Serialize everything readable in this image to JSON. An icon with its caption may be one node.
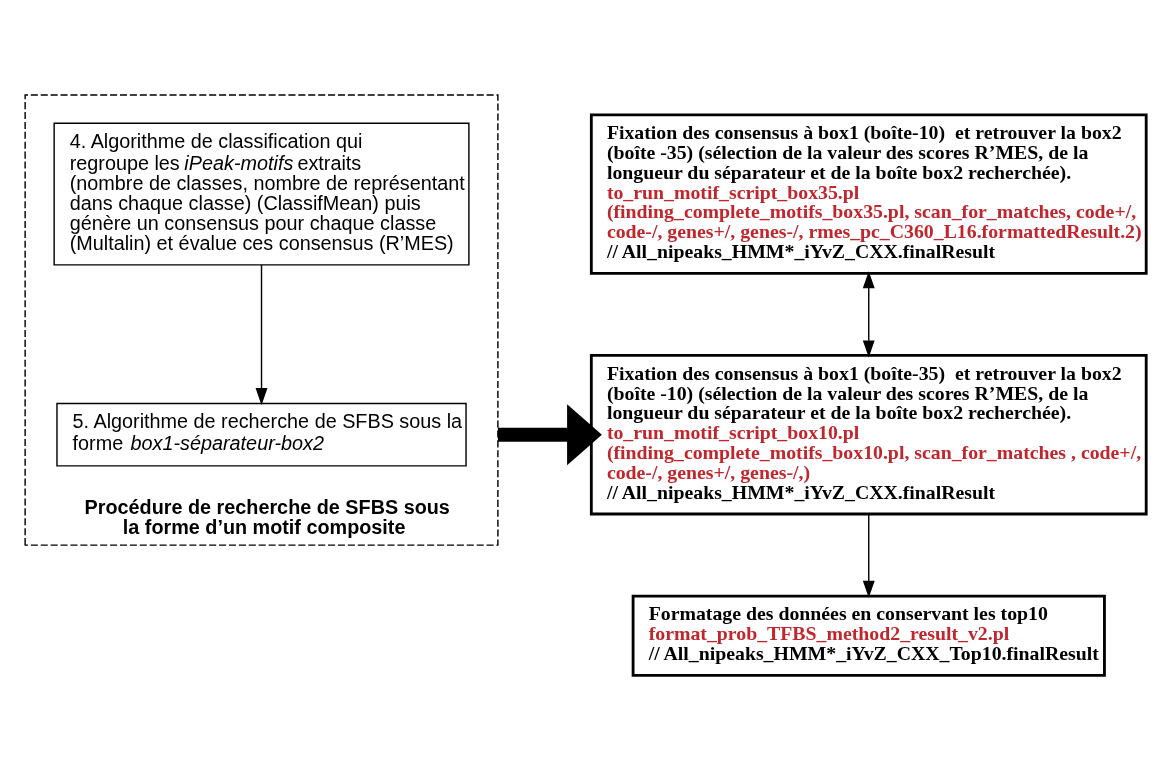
{
  "diagram": {
    "nodes": [
      {
        "text": [
          "Procédure de recherche de SFBS sous la forme d’un motif composite"
        ]
      },
      {
        "text": [
          "4. Algorithme de classification qui regroupe les *iPeak-motifs* extraits (nombre de classes, nombre de représentant dans chaque classe) (ClassifMean) puis génère un consensus pour chaque classe (Multalin) et évalue ces consensus (R’MES)"
        ],
        "in": 0
      },
      {
        "text": [
          "5. Algorithme de recherche de SFBS sous la forme *box1-séparateur-box2*"
        ],
        "in": 0
      },
      {
        "text": [
          "Fixation des consensus à box1 (boîte-10)  et retrouver la box2 (boîte -35) (sélection de la valeur des scores R’MES, de la longueur du séparateur et de la boîte box2 recherchée).",
          "to_run_motif_script_box35.pl (finding_complete_motifs_box35.pl, scan_for_matches, code+/, code-/, genes+/, genes-/, rmes_pc_C360_L16.formattedResult.2)",
          "// All_nipeaks_HMM*_iYvZ_CXX.finalResult"
        ]
      },
      {
        "text": [
          "Fixation des consensus à box1 (boîte-35)  et retrouver la box2 (boîte -10) (sélection de la valeur des scores R’MES, de la longueur du séparateur et de la boîte box2 recherchée).",
          "to_run_motif_script_box10.pl (finding_complete_motifs_box10.pl, scan_for_matches , code+/, code-/, genes+/, genes-/,)",
          "// All_nipeaks_HMM*_iYvZ_CXX.finalResult"
        ]
      },
      {
        "text": [
          "Formatage des données en conservant les top10",
          "format_prob_TFBS_method2_result_v2.pl",
          "// All_nipeaks_HMM*_iYvZ_CXX_Top10.finalResult"
        ]
      }
    ],
    "edges": [
      {
        "from": 1,
        "to": 2,
        "arrow": "to"
      },
      {
        "from": 0,
        "to": 4,
        "arrow": "to",
        "style": "thick"
      },
      {
        "from": 3,
        "to": 4,
        "arrow": "both"
      },
      {
        "from": 4,
        "to": 5,
        "arrow": "to"
      }
    ]
  }
}
